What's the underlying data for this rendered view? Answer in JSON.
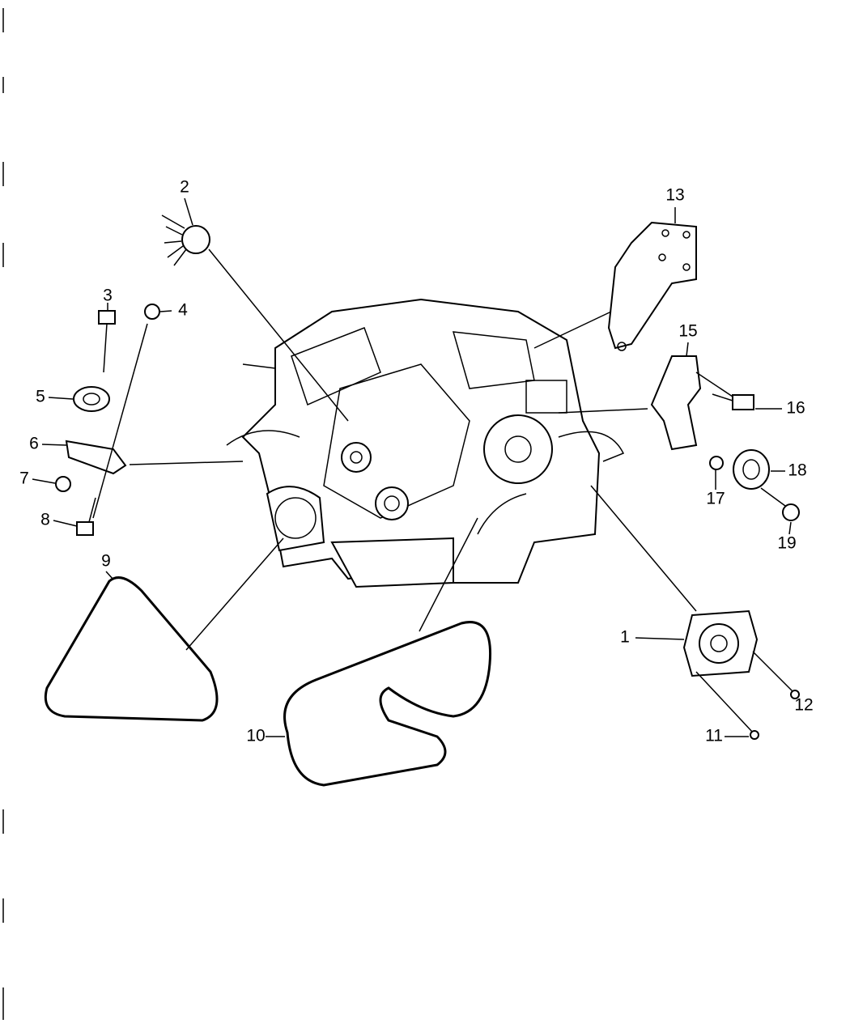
{
  "diagram": {
    "type": "exploded parts diagram",
    "callouts": [
      "1",
      "2",
      "3",
      "4",
      "5",
      "6",
      "7",
      "8",
      "9",
      "10",
      "11",
      "12",
      "13",
      "15",
      "16",
      "17",
      "18",
      "19"
    ]
  }
}
